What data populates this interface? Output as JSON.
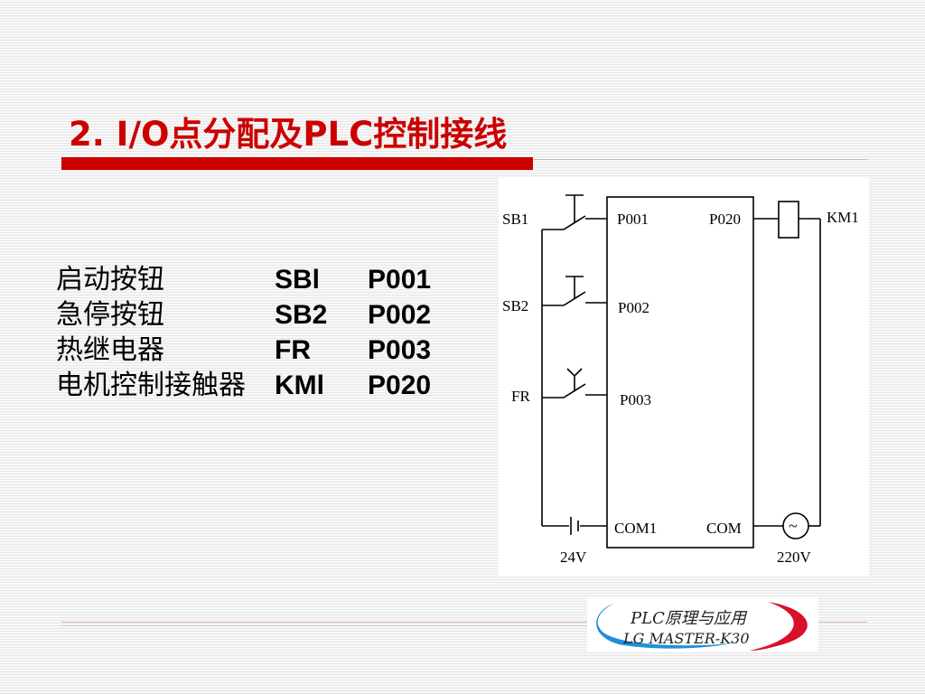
{
  "slide": {
    "title": "2. I/O点分配及PLC控制接线"
  },
  "io_assignment": [
    {
      "device": "启动按钮",
      "code": "SBl",
      "address": "P001"
    },
    {
      "device": "急停按钮",
      "code": "SB2",
      "address": "P002"
    },
    {
      "device": "热继电器",
      "code": "FR",
      "address": "P003"
    },
    {
      "device": "电机控制接触器",
      "code": "KMl",
      "address": "P020"
    }
  ],
  "diagram": {
    "inputs": [
      {
        "label": "SB1",
        "terminal": "P001"
      },
      {
        "label": "SB2",
        "terminal": "P002"
      },
      {
        "label": "FR",
        "terminal": "P003"
      }
    ],
    "output": {
      "terminal": "P020",
      "label": "KM1"
    },
    "com_left": "COM1",
    "com_right": "COM",
    "dc_supply": "24V",
    "ac_supply": "220V",
    "ac_symbol": "~"
  },
  "logo": {
    "line1": "PLC原理与应用",
    "line2": "LG MASTER-K30",
    "colors": {
      "swoosh_blue": "#1f8fd8",
      "swoosh_red": "#d8102a",
      "text": "#222222"
    }
  },
  "colors": {
    "title_red": "#cc0000"
  }
}
